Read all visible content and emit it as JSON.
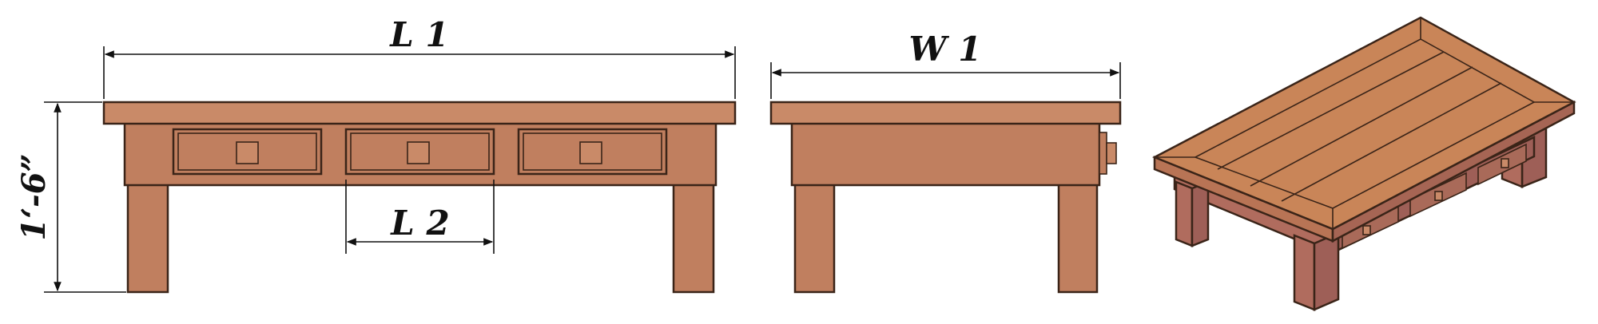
{
  "labels": {
    "length": "L 1",
    "drawer_length": "L 2",
    "width": "W 1",
    "height": "1‘-6”"
  },
  "views": {
    "front": "front-view",
    "side": "side-view",
    "iso": "isometric-view"
  },
  "colors": {
    "wood_front": "#c07f5f",
    "wood_top": "#c98a68",
    "wood_iso_top": "#c98558",
    "wood_iso_side": "#9e5f57",
    "outline": "#3a2418",
    "dimension": "#111111"
  }
}
